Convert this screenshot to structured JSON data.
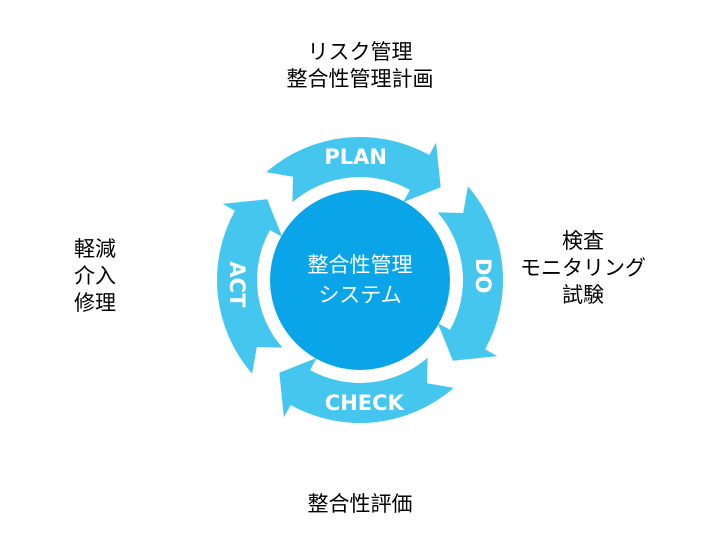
{
  "center": {
    "line1": "整合性管理",
    "line2": "システム"
  },
  "stages": [
    {
      "label": "PLAN",
      "angle": -90
    },
    {
      "label": "DO",
      "angle": 0
    },
    {
      "label": "CHECK",
      "angle": 90
    },
    {
      "label": "ACT",
      "angle": 180
    }
  ],
  "outer_labels": {
    "plan": [
      "リスク管理",
      "整合性管理計画"
    ],
    "do": [
      "検査",
      "モニタリング",
      "試験"
    ],
    "check": [
      "整合性評価"
    ],
    "act": [
      "軽減",
      "介入",
      "修理"
    ]
  },
  "colors": {
    "ring": "#44c6ef",
    "center": "#0aa5e8",
    "text_on_blue": "#ffffff"
  }
}
